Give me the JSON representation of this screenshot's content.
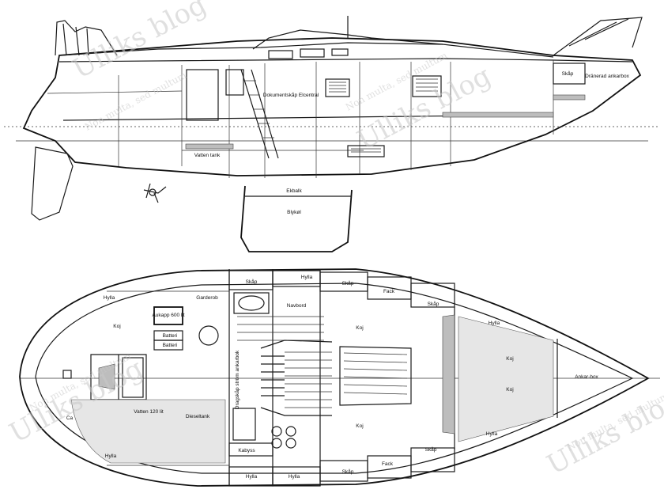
{
  "profile": {
    "labels": {
      "skap": "Skåp",
      "cockpit_drain": "Dränerad ankarbox",
      "instruments": "Dokumentskåp Elcentral",
      "water_tank": "Vatten tank",
      "keel_bolts": "Ekbalk",
      "keel": "Blykøl"
    }
  },
  "plan": {
    "labels": {
      "skap_top": "Skåp",
      "hylla_top": "Hylla",
      "skap_top2": "Skåp",
      "fack_top": "Fack",
      "skap_top3": "Skåp",
      "hylla_left": "Hylla",
      "garderob": "Garderob",
      "navbord": "Navbord",
      "hylla_right": "Hylla",
      "kojer_left": "Koj",
      "aukapp": "Aukapp 600 lit",
      "batteri1": "Batteri",
      "batteri2": "Batteri",
      "koj_salon": "Koj",
      "koj_fore1": "Koj",
      "koj_fore2": "Koj",
      "ankarbox": "Ankar-box",
      "stair_text": "Dragskåp ström ankarbok",
      "ca": "Ca",
      "vatten": "Vatten 120 lit",
      "dieseltank": "Dieseltank",
      "koj_salon2": "Koj",
      "kabyss": "Kabyss",
      "hylla_bl": "Hylla",
      "hylla_b1": "Hylla",
      "hylla_b2": "Hylla",
      "skap_b": "Skåp",
      "fack_b": "Fack",
      "skap_b2": "Skåp",
      "hylla_b3": "Hylla"
    }
  },
  "watermark": {
    "name": "Ulliks blog",
    "motto": "Non multa, sed multum"
  }
}
